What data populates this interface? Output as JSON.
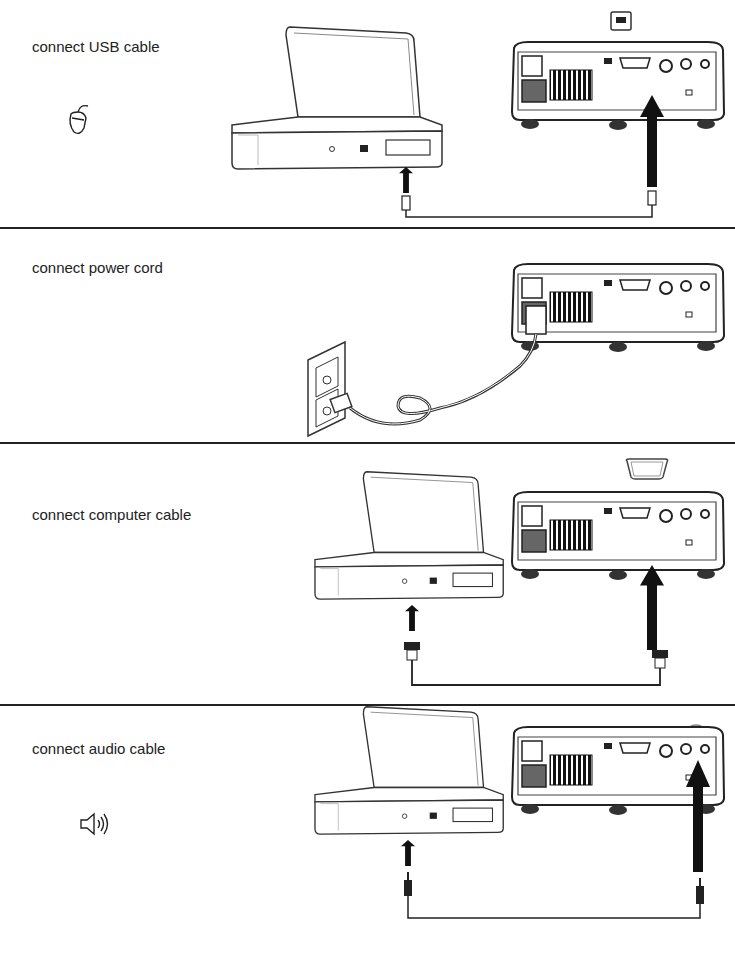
{
  "diagram": {
    "labels": [
      "connect USB cable",
      "connect power cord",
      "connect computer cable",
      "connect audio cable"
    ]
  }
}
